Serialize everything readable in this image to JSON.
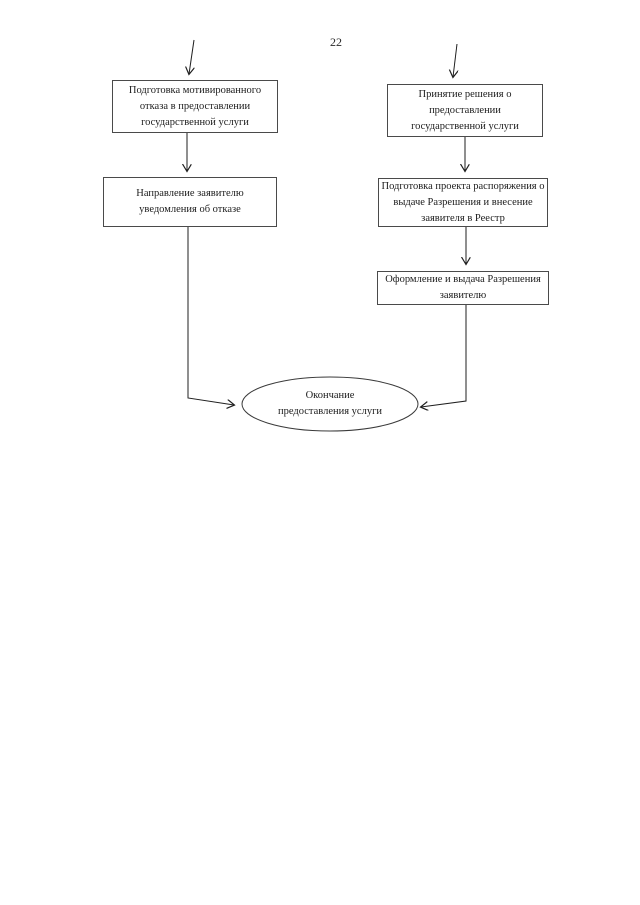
{
  "page": {
    "number": "22"
  },
  "flowchart": {
    "nodes": {
      "prep_refusal": {
        "lines": [
          "Подготовка мотивированного",
          "отказа в предоставлении",
          "государственной услуги"
        ]
      },
      "notify_refusal": {
        "lines": [
          "Направление заявителю",
          "уведомления об отказе"
        ]
      },
      "decision_grant": {
        "lines": [
          "Принятие решения о",
          "предоставлении",
          "государственной услуги"
        ]
      },
      "draft_order": {
        "lines": [
          "Подготовка проекта распоряжения о",
          "выдаче Разрешения и внесение",
          "заявителя в Реестр"
        ]
      },
      "issue_permit": {
        "lines": [
          "Оформление и выдача Разрешения",
          "заявителю"
        ]
      },
      "end_terminal": {
        "lines": [
          "Окончание",
          "предоставления услуги"
        ]
      }
    },
    "colors": {
      "text": "#1c1c1c",
      "box_border": "#4a4a4a",
      "connector": "#1f1f1f",
      "background": "#ffffff"
    }
  }
}
